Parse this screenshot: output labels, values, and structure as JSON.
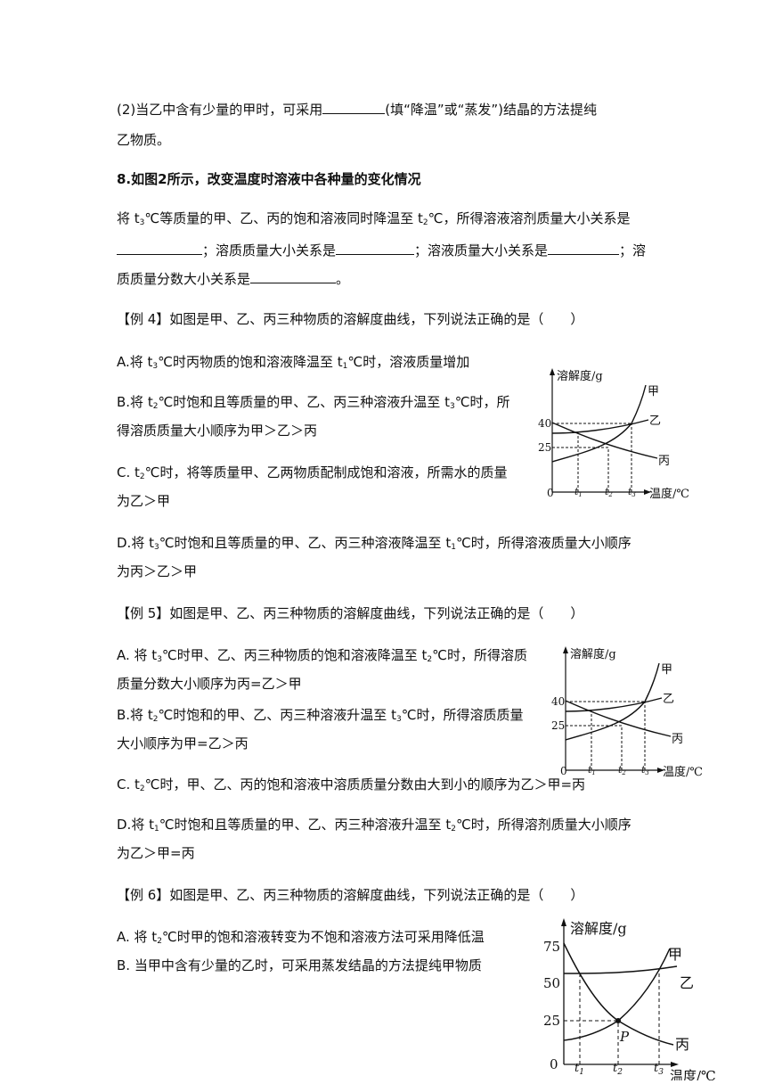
{
  "q7": {
    "part2_a": "(2)当乙中含有少量的甲时，可采用",
    "part2_b": "(填“降温”或“蒸发”)结晶的方法提纯",
    "part2_c": "乙物质。"
  },
  "q8": {
    "title": "8.如图2所示，改变温度时溶液中各种量的变化情况",
    "l1_a": "将 t",
    "l1_s1": "3",
    "l1_b": "℃等质量的甲、乙、丙的饱和溶液同时降温至 t",
    "l1_s2": "2",
    "l1_c": "℃，所得溶液溶剂质量大小关系是",
    "l2_a": "；溶质质量大小关系是",
    "l2_b": "；溶液质量大小关系是",
    "l2_c": "；溶",
    "l3_a": "质质量分数大小关系是",
    "l3_b": "。"
  },
  "ex4": {
    "title": "【例 4】如图是甲、乙、丙三种物质的溶解度曲线，下列说法正确的是（　　）",
    "a1": "A.将 t",
    "a_s1": "3",
    "a2": "℃时丙物质的饱和溶液降温至 t",
    "a_s2": "1",
    "a3": "℃时，溶液质量增加",
    "b1": "B.将 t",
    "b_s1": "2",
    "b2": "℃时饱和且等质量的甲、乙、丙三种溶液升温至 t",
    "b_s2": "3",
    "b3": "℃时，所",
    "b4": "得溶质质量大小顺序为甲＞乙＞丙",
    "c1": "C. t",
    "c_s1": "2",
    "c2": "℃时，将等质量甲、乙两物质配制成饱和溶液，所需水的质量",
    "c3": "为乙＞甲",
    "d1": "D.将 t",
    "d_s1": "3",
    "d2": "℃时饱和且等质量的甲、乙、丙三种溶液降温至 t",
    "d_s2": "1",
    "d3": "℃时，所得溶液质量大小顺序",
    "d4": "为丙＞乙＞甲"
  },
  "ex5": {
    "title": "【例 5】如图是甲、乙、丙三种物质的溶解度曲线，下列说法正确的是（　　）",
    "a1": "A. 将 t",
    "a_s1": "3",
    "a2": "℃时甲、乙、丙三种物质的饱和溶液降温至 t",
    "a_s2": "2",
    "a3": "℃时，所得溶质",
    "a4": "质量分数大小顺序为丙=乙＞甲",
    "b1": "B.将 t",
    "b_s1": "2",
    "b2": "℃时饱和的甲、乙、丙三种溶液升温至 t",
    "b_s2": "3",
    "b3": "℃时，所得溶质质量",
    "b4": "大小顺序为甲=乙＞丙",
    "c1": "C. t",
    "c_s1": "2",
    "c2": "℃时，甲、乙、丙的饱和溶液中溶质质量分数由大到小的顺序为乙＞甲=丙",
    "d1": "D.将 t",
    "d_s1": "1",
    "d2": "℃时饱和且等质量的甲、乙、丙三种溶液升温至 t",
    "d_s2": "2",
    "d3": "℃时，所得溶剂质量大小顺序",
    "d4": "为乙＞甲=丙"
  },
  "ex6": {
    "title": "【例 6】如图是甲、乙、丙三种物质的溶解度曲线，下列说法正确的是（　　）",
    "a1": "A. 将 t",
    "a_s1": "2",
    "a2": "℃时甲的饱和溶液转变为不饱和溶液方法可采用降低温",
    "b1": "B. 当甲中含有少量的乙时，可采用蒸发结晶的方法提纯甲物质"
  },
  "graph_small": {
    "ylabel": "溶解度/g",
    "xlabel": "温度/℃",
    "y40": "40",
    "y25": "25",
    "origin": "0",
    "t": "t",
    "s1": "1",
    "s2": "2",
    "s3": "3",
    "jia": "甲",
    "yi": "乙",
    "bing": "丙"
  },
  "graph_large": {
    "ylabel": "溶解度/g",
    "xlabel": "温度/℃",
    "y75": "75",
    "y50": "50",
    "y25": "25",
    "origin": "0",
    "p": "P",
    "t": "t",
    "s1": "1",
    "s2": "2",
    "s3": "3",
    "jia": "甲",
    "yi": "乙",
    "bing": "丙"
  }
}
